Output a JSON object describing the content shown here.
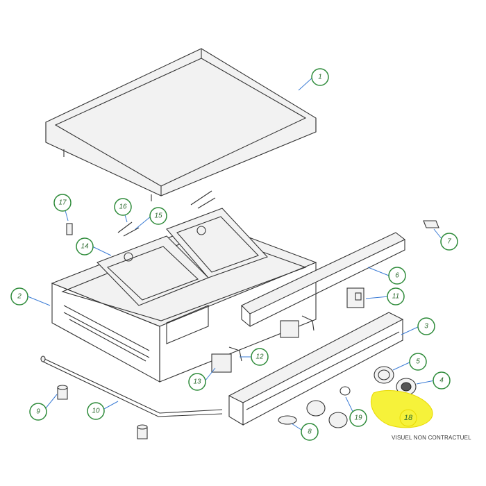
{
  "diagram": {
    "callouts": [
      {
        "id": "1",
        "label": "1"
      },
      {
        "id": "2",
        "label": "2"
      },
      {
        "id": "3",
        "label": "3"
      },
      {
        "id": "4",
        "label": "4"
      },
      {
        "id": "5",
        "label": "5"
      },
      {
        "id": "6",
        "label": "6"
      },
      {
        "id": "7",
        "label": "7"
      },
      {
        "id": "8",
        "label": "8"
      },
      {
        "id": "9",
        "label": "9"
      },
      {
        "id": "10",
        "label": "10"
      },
      {
        "id": "11",
        "label": "11"
      },
      {
        "id": "12",
        "label": "12"
      },
      {
        "id": "13",
        "label": "13"
      },
      {
        "id": "14",
        "label": "14"
      },
      {
        "id": "15",
        "label": "15"
      },
      {
        "id": "16",
        "label": "16"
      },
      {
        "id": "17",
        "label": "17"
      },
      {
        "id": "18",
        "label": "18"
      },
      {
        "id": "19",
        "label": "19"
      }
    ],
    "highlighted_part": "18",
    "highlight_color": "#f6f23a",
    "callout_color": "#2e8b3a",
    "leader_color": "#3a7bd5",
    "footnote": "VISUEL NON CONTRACTUEL"
  }
}
